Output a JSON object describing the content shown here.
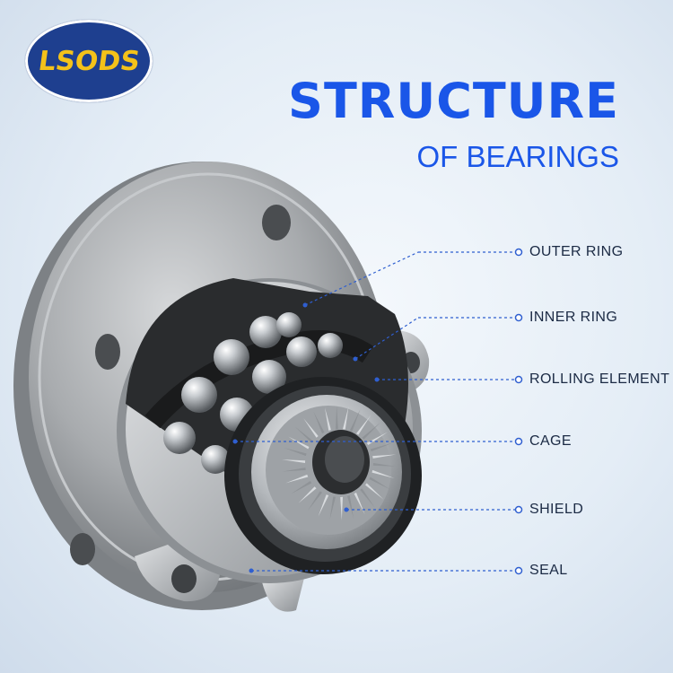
{
  "brand": {
    "logo_text": "LSODS"
  },
  "heading": {
    "title": "STRUCTURE",
    "subtitle": "OF BEARINGS"
  },
  "callouts": [
    {
      "label": "OUTER RING"
    },
    {
      "label": "INNER RING"
    },
    {
      "label": "ROLLING ELEMENT"
    },
    {
      "label": "CAGE"
    },
    {
      "label": "SHIELD"
    },
    {
      "label": "SEAL"
    }
  ],
  "colors": {
    "accent": "#1a56e8",
    "logo_bg": "#1e3f8f",
    "logo_text": "#f4c21a",
    "leader": "#2f5fd0"
  }
}
